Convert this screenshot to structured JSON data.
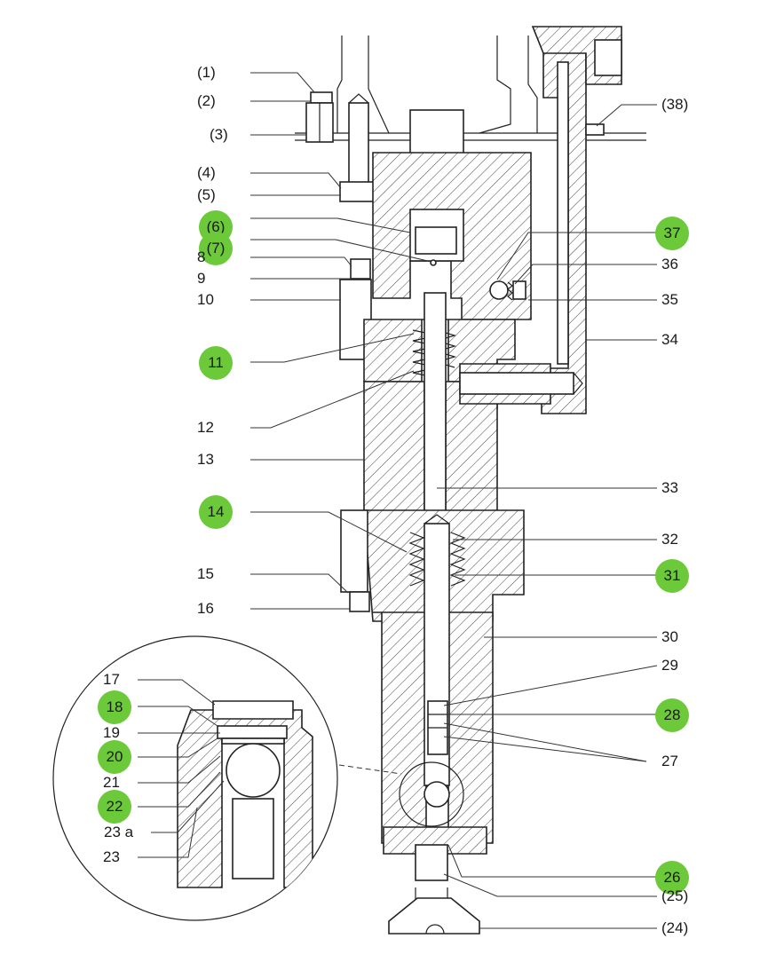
{
  "colors": {
    "highlight": "#6bc93a",
    "line": "#222222",
    "text": "#1a1a1a"
  },
  "left_labels": [
    {
      "id": "l1",
      "text": "(1)",
      "highlight": false
    },
    {
      "id": "l2",
      "text": "(2)",
      "highlight": false
    },
    {
      "id": "l3",
      "text": "(3)",
      "highlight": false
    },
    {
      "id": "l4",
      "text": "(4)",
      "highlight": false
    },
    {
      "id": "l5",
      "text": "(5)",
      "highlight": false
    },
    {
      "id": "l6",
      "text": "(6)",
      "highlight": true
    },
    {
      "id": "l7",
      "text": "(7)",
      "highlight": true
    },
    {
      "id": "l8",
      "text": "8",
      "highlight": false
    },
    {
      "id": "l9",
      "text": "9",
      "highlight": false
    },
    {
      "id": "l10",
      "text": "10",
      "highlight": false
    },
    {
      "id": "l11",
      "text": "11",
      "highlight": true
    },
    {
      "id": "l12",
      "text": "12",
      "highlight": false
    },
    {
      "id": "l13",
      "text": "13",
      "highlight": false
    },
    {
      "id": "l14",
      "text": "14",
      "highlight": true
    },
    {
      "id": "l15",
      "text": "15",
      "highlight": false
    },
    {
      "id": "l16",
      "text": "16",
      "highlight": false
    },
    {
      "id": "l17",
      "text": "17",
      "highlight": false
    },
    {
      "id": "l18",
      "text": "18",
      "highlight": true
    },
    {
      "id": "l19",
      "text": "19",
      "highlight": false
    },
    {
      "id": "l20",
      "text": "20",
      "highlight": true
    },
    {
      "id": "l21",
      "text": "21",
      "highlight": false
    },
    {
      "id": "l22",
      "text": "22",
      "highlight": true
    },
    {
      "id": "l23a",
      "text": "23 a",
      "highlight": false
    },
    {
      "id": "l23",
      "text": "23",
      "highlight": false
    }
  ],
  "right_labels": [
    {
      "id": "r38",
      "text": "(38)",
      "highlight": false
    },
    {
      "id": "r37",
      "text": "37",
      "highlight": true
    },
    {
      "id": "r36",
      "text": "36",
      "highlight": false
    },
    {
      "id": "r35",
      "text": "35",
      "highlight": false
    },
    {
      "id": "r34",
      "text": "34",
      "highlight": false
    },
    {
      "id": "r33",
      "text": "33",
      "highlight": false
    },
    {
      "id": "r32",
      "text": "32",
      "highlight": false
    },
    {
      "id": "r31",
      "text": "31",
      "highlight": true
    },
    {
      "id": "r30",
      "text": "30",
      "highlight": false
    },
    {
      "id": "r29",
      "text": "29",
      "highlight": false
    },
    {
      "id": "r28",
      "text": "28",
      "highlight": true
    },
    {
      "id": "r27",
      "text": "27",
      "highlight": false
    },
    {
      "id": "r26",
      "text": "26",
      "highlight": true
    },
    {
      "id": "r25",
      "text": "(25)",
      "highlight": false
    },
    {
      "id": "r24",
      "text": "(24)",
      "highlight": false
    }
  ]
}
